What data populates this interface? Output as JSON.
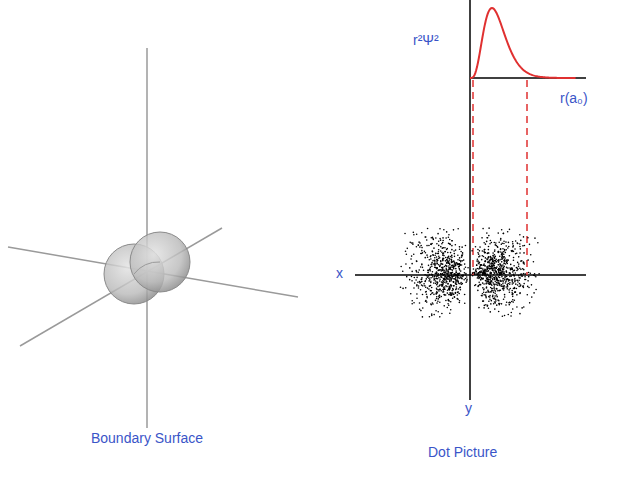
{
  "diagram": {
    "labels": [
      "r²Ψ²",
      "r(a₀)",
      "x",
      "y",
      "Boundary Surface",
      "Dot Picture"
    ]
  }
}
